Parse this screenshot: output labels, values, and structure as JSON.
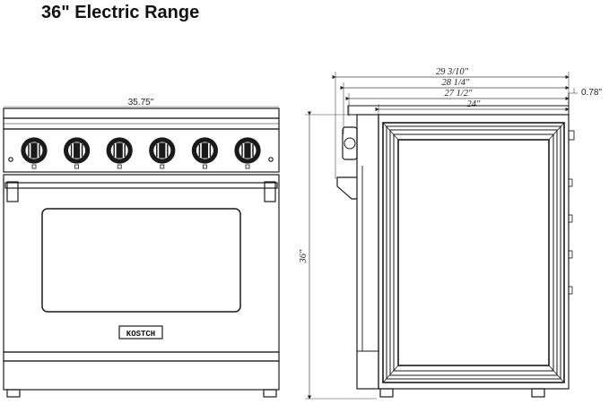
{
  "title": "36\" Electric Range",
  "dimensions": {
    "front_width": "35.75\"",
    "depth_overall": "29 3/10\"",
    "depth_1": "28 1/4\"",
    "depth_2": "27 1/2\"",
    "depth_body": "24\"",
    "back_offset": "0.78\"",
    "height": "36\""
  },
  "brand_logo": "KOSTCH",
  "knob_count": 6,
  "colors": {
    "line": "#1a1a1a",
    "background": "#ffffff"
  }
}
